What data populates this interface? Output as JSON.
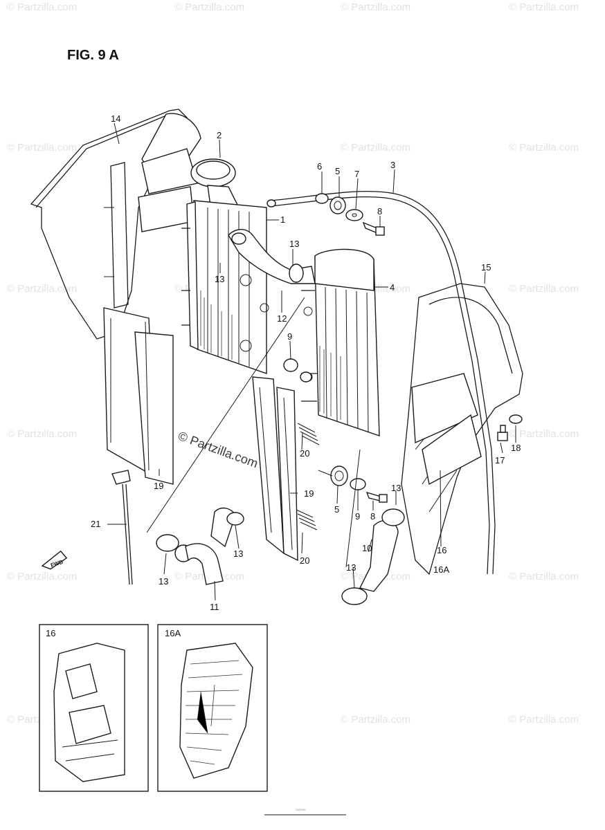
{
  "figure_title": "FIG. 9 A",
  "watermark_text": "© Partzilla.com",
  "center_watermark": "© Partzilla.com",
  "direction_label": "FWD",
  "callouts": {
    "p1": "1",
    "p2": "2",
    "p3": "3",
    "p4": "4",
    "p5a": "5",
    "p5b": "5",
    "p6": "6",
    "p7": "7",
    "p8a": "8",
    "p8b": "8",
    "p9a": "9",
    "p9b": "9",
    "p10": "10",
    "p11": "11",
    "p12": "12",
    "p13a": "13",
    "p13b": "13",
    "p13c": "13",
    "p13d": "13",
    "p13e": "13",
    "p13f": "13",
    "p14": "14",
    "p15": "15",
    "p16": "16",
    "p16A": "16A",
    "p17": "17",
    "p18": "18",
    "p19a": "19",
    "p19b": "19",
    "p20a": "20",
    "p20b": "20",
    "p21": "21"
  },
  "inset_labels": {
    "left": "16",
    "right": "16A"
  },
  "footer_text": "SUZUKI"
}
